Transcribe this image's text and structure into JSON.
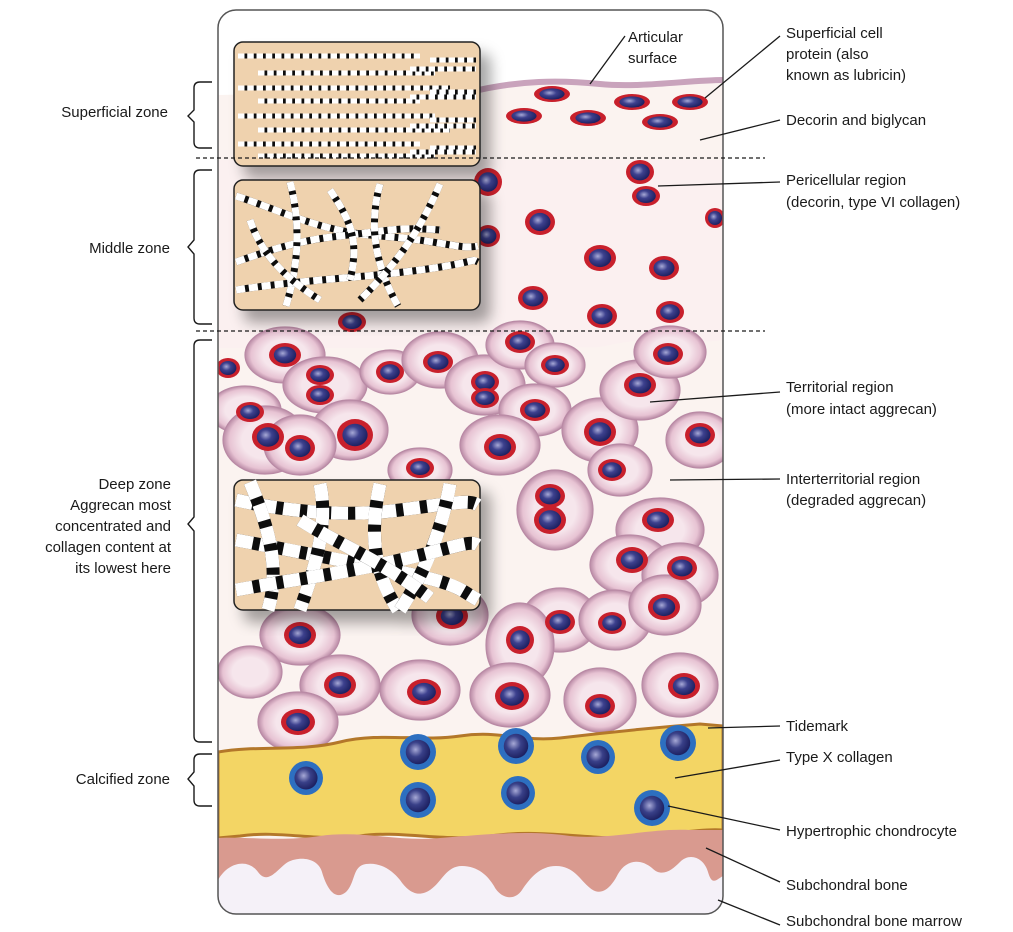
{
  "zones": {
    "superficial": "Superficial zone",
    "middle": "Middle zone",
    "deep": [
      "Deep zone",
      "Aggrecan most",
      "concentrated and",
      "collagen content at",
      "its lowest here"
    ],
    "calcified": "Calcified zone"
  },
  "labels": {
    "articular_surface": [
      "Articular",
      "surface"
    ],
    "superficial_protein": [
      "Superficial cell",
      "protein (also",
      "known as lubricin)"
    ],
    "decorin": "Decorin and biglycan",
    "pericellular": [
      "Pericellular region",
      "(decorin, type VI collagen)"
    ],
    "territorial": [
      "Territorial region",
      "(more intact aggrecan)"
    ],
    "interterritorial": [
      "Interterritorial region",
      "(degraded aggrecan)"
    ],
    "tidemark": "Tidemark",
    "type_x": "Type X collagen",
    "hypertrophic": "Hypertrophic chondrocyte",
    "subchondral_bone": "Subchondral bone",
    "subchondral_marrow": "Subchondral bone marrow"
  },
  "colors": {
    "matrix": "#fbf3f0",
    "territorial_halo": "#e9c8d6",
    "cell_ring": "#c8202c",
    "cell_nucleus": "#2a2f7a",
    "calcified": "#f3d564",
    "tidemark_line": "#b3772a",
    "hypertrophic_ring": "#2d6fc0",
    "bone": "#d99a8f",
    "marrow": "#f5f1f8",
    "collagen_bg": "#efd2ae"
  }
}
